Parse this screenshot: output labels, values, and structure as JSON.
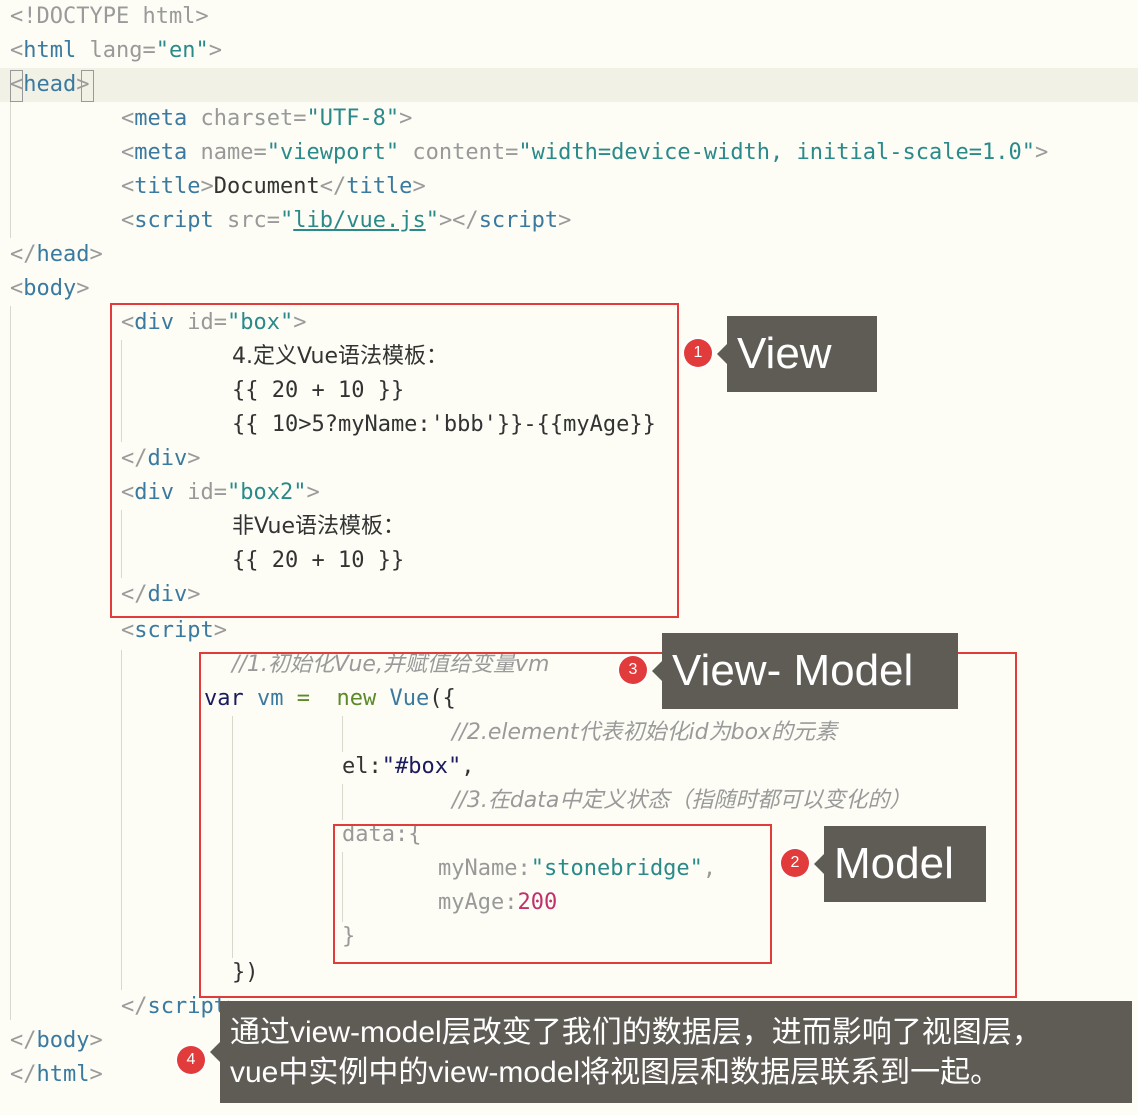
{
  "code": {
    "l1": "<!DOCTYPE html>",
    "l2": {
      "open": "<",
      "tag": "html",
      "attr": " lang",
      "eq": "=",
      "val": "\"en\"",
      "close": ">"
    },
    "l3": {
      "open": "<",
      "tag": "head",
      "close": ">"
    },
    "l4": {
      "tag": "meta",
      "attr": "charset",
      "val": "\"UTF-8\""
    },
    "l5": {
      "tag": "meta",
      "attr1": "name",
      "val1": "\"viewport\"",
      "attr2": "content",
      "val2": "\"width=device-width, initial-scale=1.0\""
    },
    "l6": {
      "tag": "title",
      "text": "Document"
    },
    "l7": {
      "tag": "script",
      "attr": "src",
      "q1": "\"",
      "val": "lib/vue.js",
      "q2": "\""
    },
    "l8": {
      "tag": "head"
    },
    "l9": {
      "tag": "body"
    },
    "l10": {
      "tag": "div",
      "attr": "id",
      "val": "\"box\""
    },
    "l11": "4.定义Vue语法模板：",
    "l12": "{{ 20 + 10 }}",
    "l13": "{{ 10>5?myName:'bbb'}}-{{myAge}}",
    "l14": {
      "tag": "div"
    },
    "l15": {
      "tag": "div",
      "attr": "id",
      "val": "\"box2\""
    },
    "l16": "非Vue语法模板：",
    "l17": "{{ 20 + 10 }}",
    "l18": {
      "tag": "div"
    },
    "l19": {
      "tag": "script"
    },
    "l20": "//1.初始化Vue,并赋值给变量vm",
    "l21": {
      "kw": "var",
      "name": "vm",
      "eq": " =  ",
      "new": "new",
      "cls": "Vue",
      "rest": "({"
    },
    "l22": "//2.element代表初始化id为box的元素",
    "l23": {
      "key": "el:",
      "val": "\"#box\"",
      "rest": ","
    },
    "l24": "//3.在data中定义状态（指随时都可以变化的）",
    "l25": "data:{",
    "l26": {
      "key": "myName",
      "colon": ":",
      "val": "\"stonebridge\"",
      "rest": ","
    },
    "l27": {
      "key": "myAge",
      "colon": ":",
      "val": "200"
    },
    "l28": "}",
    "l29": "})",
    "l30": {
      "tag": "script"
    },
    "l31": {
      "tag": "body"
    },
    "l32": {
      "tag": "html"
    }
  },
  "annotations": {
    "view": {
      "badge": "1",
      "label": "View"
    },
    "viewmodel": {
      "badge": "3",
      "label": "View- Model"
    },
    "model": {
      "badge": "2",
      "label": "Model"
    },
    "summary": {
      "badge": "4",
      "line1": "通过view-model层改变了我们的数据层，进而影响了视图层，",
      "line2": "vue中实例中的view-model将视图层和数据层联系到一起。"
    }
  },
  "colors": {
    "highlight_box": "#e03c3c",
    "callout_bg": "#5f5c56",
    "badge": "#e23b3b"
  }
}
